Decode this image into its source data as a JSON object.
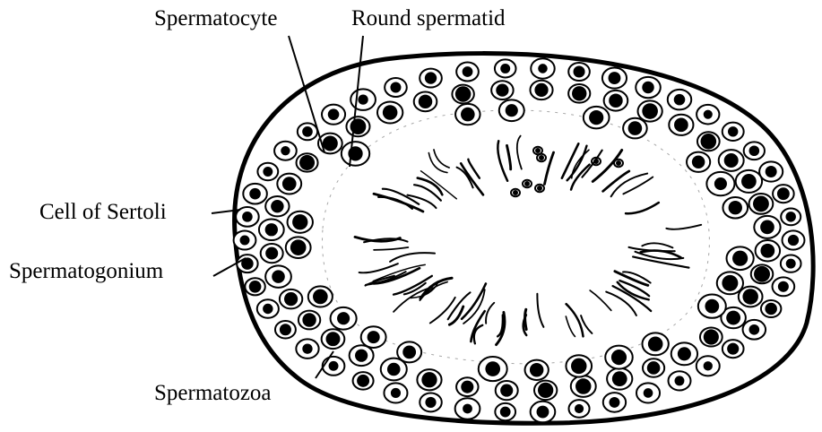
{
  "figure": {
    "labels": {
      "spermatocyte": "Spermatocyte",
      "round_spermatid": "Round spermatid",
      "cell_of_sertoli": "Cell of Sertoli",
      "spermatogonium": "Spermatogonium",
      "spermatozoa": "Spermatozoa"
    },
    "colors": {
      "ink": "#000000",
      "background": "#ffffff"
    }
  }
}
